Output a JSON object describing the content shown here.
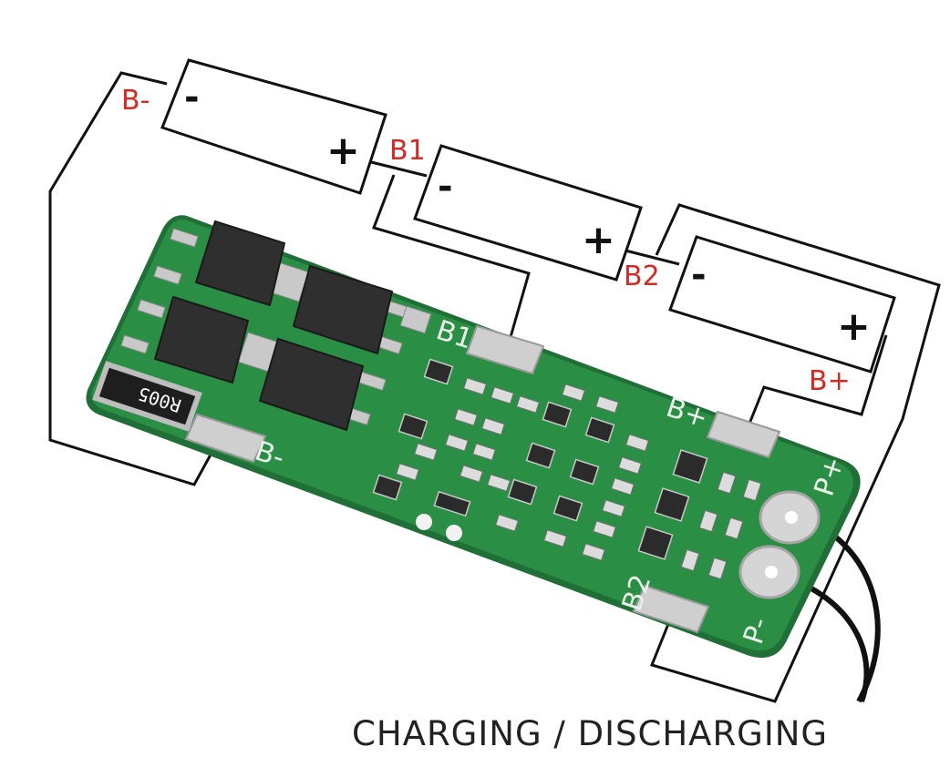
{
  "labels": {
    "b_minus": "B-",
    "b1": "B1",
    "b2": "B2",
    "b_plus": "B+"
  },
  "cells": [
    {
      "minus": "-",
      "plus": "+"
    },
    {
      "minus": "-",
      "plus": "+"
    },
    {
      "minus": "-",
      "plus": "+"
    }
  ],
  "board": {
    "b1": "B1",
    "b_minus": "B-",
    "b_plus": "B+",
    "b2": "B2",
    "p_plus": "P+",
    "p_minus": "P-",
    "resistor": "R005"
  },
  "caption": "CHARGING / DISCHARGING",
  "colors": {
    "pcb": "#2a8f45",
    "pcb_edge": "#1f6f36",
    "label_red": "#d42a23",
    "pad": "#c9c9c9",
    "chip": "#2b2b2b"
  }
}
